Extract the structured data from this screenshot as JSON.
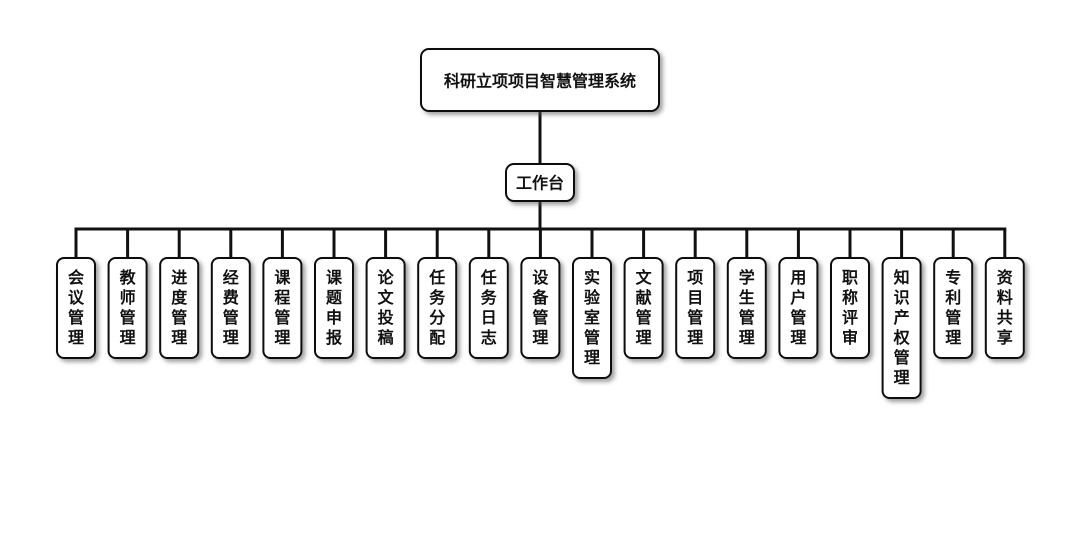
{
  "diagram": {
    "root": "科研立项项目智慧管理系统",
    "hub": "工作台",
    "children": [
      "会议管理",
      "教师管理",
      "进度管理",
      "经费管理",
      "课程管理",
      "课题申报",
      "论文投稿",
      "任务分配",
      "任务日志",
      "设备管理",
      "实验室管理",
      "文献管理",
      "项目管理",
      "学生管理",
      "用户管理",
      "职称评审",
      "知识产权管理",
      "专利管理",
      "资料共享"
    ]
  },
  "colors": {
    "line": "#111111",
    "box_fill": "#ffffff",
    "box_stroke": "#111111",
    "shadow": "#555555"
  }
}
